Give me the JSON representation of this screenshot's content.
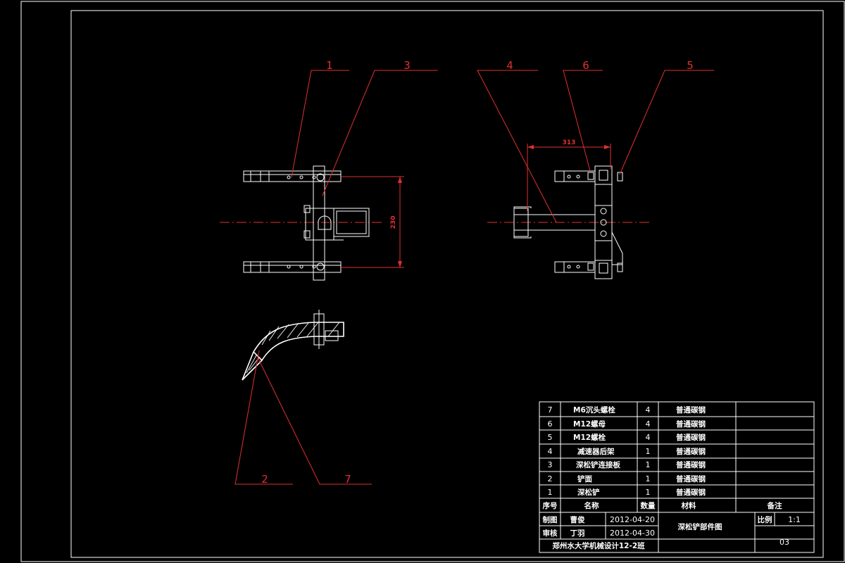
{
  "balloons": [
    "1",
    "3",
    "4",
    "6",
    "5",
    "2",
    "7"
  ],
  "dimensions": {
    "width_313": "313",
    "height_230": "230"
  },
  "bom": {
    "rows": [
      {
        "no": "7",
        "name": "M6沉头螺栓",
        "qty": "4",
        "material": "普通碳钢",
        "remark": ""
      },
      {
        "no": "6",
        "name": "M12螺母",
        "qty": "4",
        "material": "普通碳钢",
        "remark": ""
      },
      {
        "no": "5",
        "name": "M12螺栓",
        "qty": "4",
        "material": "普通碳钢",
        "remark": ""
      },
      {
        "no": "4",
        "name": "减速器后架",
        "qty": "1",
        "material": "普通碳钢",
        "remark": ""
      },
      {
        "no": "3",
        "name": "深松铲连接板",
        "qty": "1",
        "material": "普通碳钢",
        "remark": ""
      },
      {
        "no": "2",
        "name": "铲面",
        "qty": "1",
        "material": "普通碳钢",
        "remark": ""
      },
      {
        "no": "1",
        "name": "深松铲",
        "qty": "1",
        "material": "普通碳钢",
        "remark": ""
      }
    ],
    "header": {
      "no": "序号",
      "name": "名称",
      "qty": "数量",
      "material": "材料",
      "remark": "备注"
    }
  },
  "title_block": {
    "drawn_label": "制图",
    "drawn_name": "曹俊",
    "drawn_date": "2012-04-20",
    "checked_label": "审核",
    "checked_name": "丁羽",
    "checked_date": "2012-04-30",
    "drawing_title": "深松铲部件图",
    "scale_label": "比例",
    "scale_value": "1:1",
    "sheet_no": "03",
    "school": "郑州水大学机械设计12-2班"
  },
  "colors": {
    "background": "#000000",
    "linework": "#ffffff",
    "annotation": "#e03030"
  }
}
